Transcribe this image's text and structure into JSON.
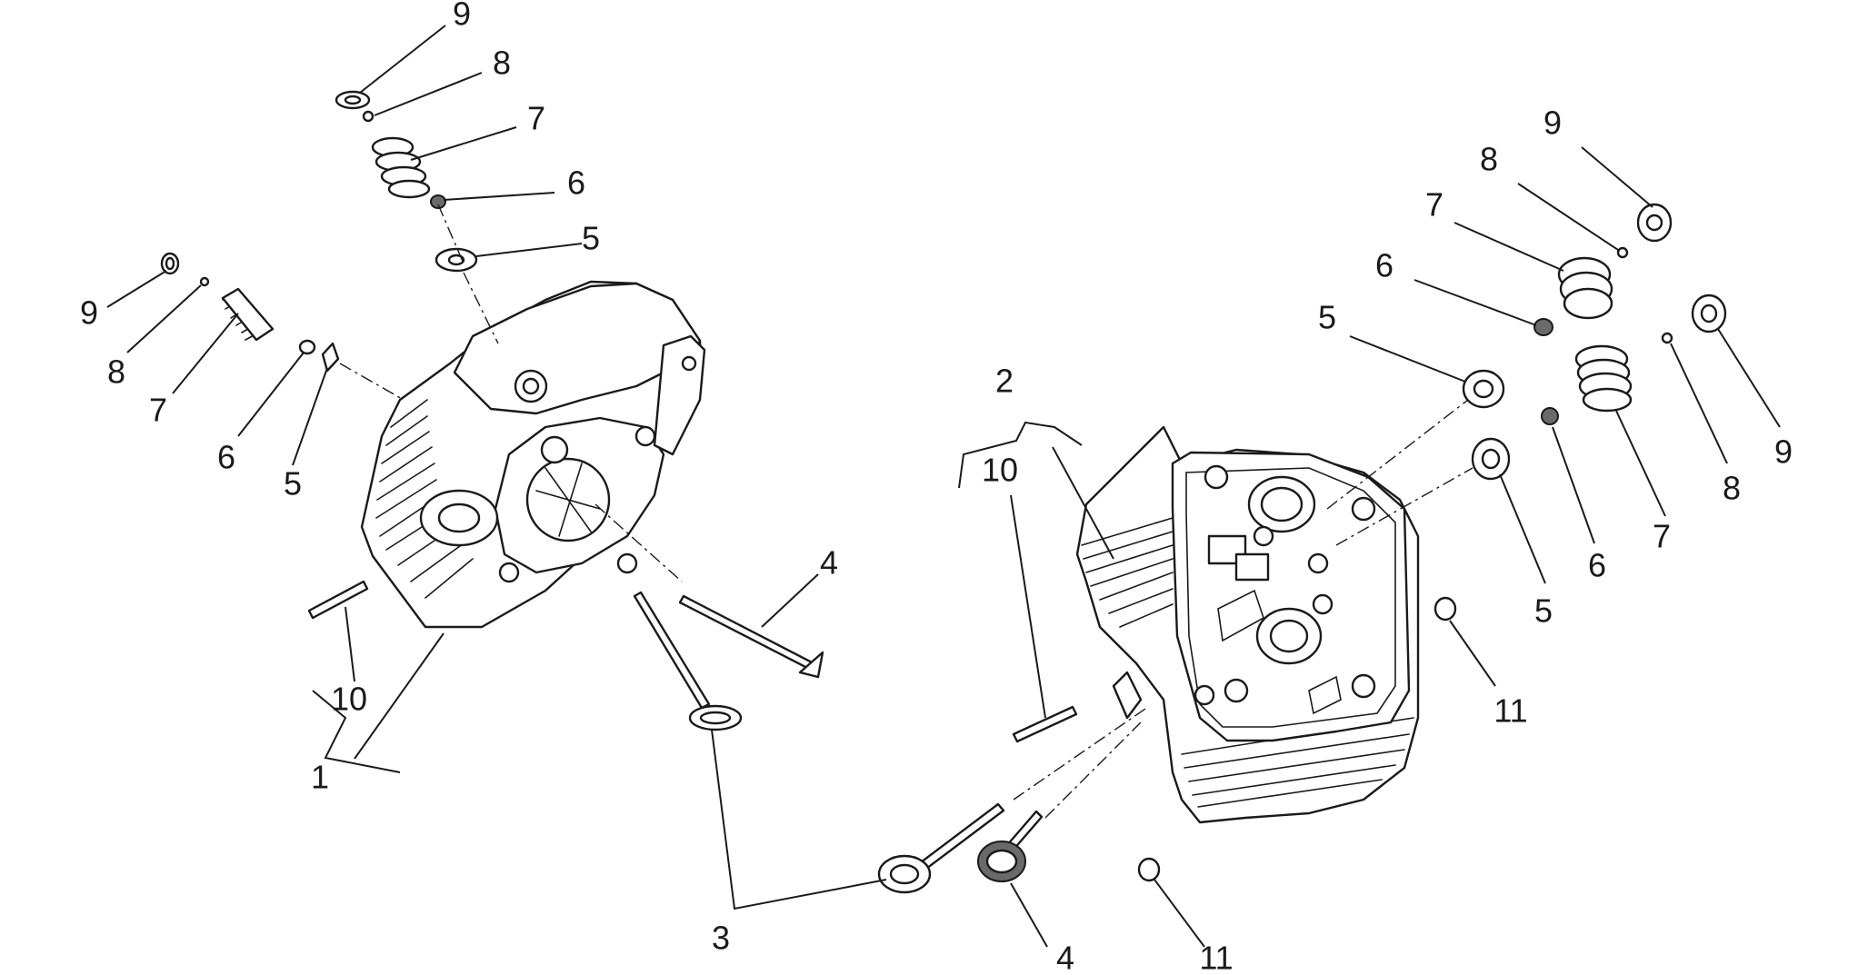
{
  "diagram": {
    "callouts": [
      {
        "id": "left-1",
        "label": "1"
      },
      {
        "id": "left-10",
        "label": "10"
      },
      {
        "id": "left-side-9",
        "label": "9"
      },
      {
        "id": "left-side-8",
        "label": "8"
      },
      {
        "id": "left-side-7",
        "label": "7"
      },
      {
        "id": "left-side-6",
        "label": "6"
      },
      {
        "id": "left-side-5",
        "label": "5"
      },
      {
        "id": "left-top-9",
        "label": "9"
      },
      {
        "id": "left-top-8",
        "label": "8"
      },
      {
        "id": "left-top-7",
        "label": "7"
      },
      {
        "id": "left-top-6",
        "label": "6"
      },
      {
        "id": "left-top-5",
        "label": "5"
      },
      {
        "id": "mid-4",
        "label": "4"
      },
      {
        "id": "mid-3",
        "label": "3"
      },
      {
        "id": "right-2",
        "label": "2"
      },
      {
        "id": "right-10",
        "label": "10"
      },
      {
        "id": "right-4",
        "label": "4"
      },
      {
        "id": "right-11-bottom",
        "label": "11"
      },
      {
        "id": "right-11-side",
        "label": "11"
      },
      {
        "id": "right-upper-9",
        "label": "9"
      },
      {
        "id": "right-upper-8",
        "label": "8"
      },
      {
        "id": "right-upper-7",
        "label": "7"
      },
      {
        "id": "right-upper-6",
        "label": "6"
      },
      {
        "id": "right-upper-5",
        "label": "5"
      },
      {
        "id": "right-lower-5",
        "label": "5"
      },
      {
        "id": "right-lower-6",
        "label": "6"
      },
      {
        "id": "right-lower-7",
        "label": "7"
      },
      {
        "id": "right-lower-8",
        "label": "8"
      },
      {
        "id": "right-lower-9",
        "label": "9"
      }
    ]
  }
}
